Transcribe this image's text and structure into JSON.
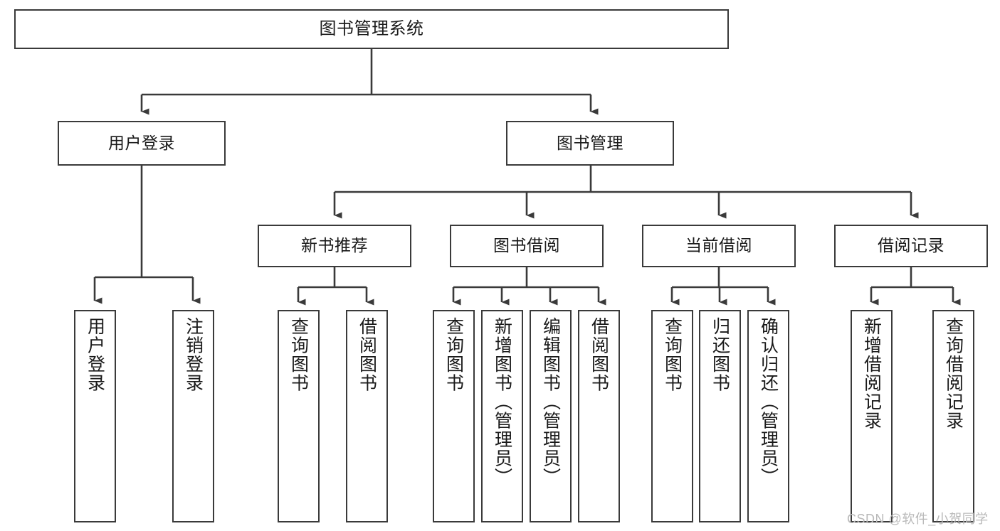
{
  "diagram": {
    "title": "图书管理系统",
    "type": "功能结构图",
    "watermark": "CSDN @软件_小贺同学",
    "colors": {
      "stroke": "#3a3a3a",
      "fill": "#ffffff",
      "text": "#1a1a1a",
      "watermark": "#b9b9b9"
    },
    "root": {
      "label": "图书管理系统"
    },
    "level2": [
      {
        "label": "用户登录"
      },
      {
        "label": "图书管理"
      }
    ],
    "level3": [
      {
        "label": "新书推荐"
      },
      {
        "label": "图书借阅"
      },
      {
        "label": "当前借阅"
      },
      {
        "label": "借阅记录"
      }
    ],
    "leaves_user_login": [
      {
        "label": "用户登录"
      },
      {
        "label": "注销登录"
      }
    ],
    "leaves_new_book": [
      {
        "label": "查询图书"
      },
      {
        "label": "借阅图书"
      }
    ],
    "leaves_borrow": [
      {
        "label": "查询图书"
      },
      {
        "label": "新增图书（管理员）"
      },
      {
        "label": "编辑图书（管理员）"
      },
      {
        "label": "借阅图书"
      }
    ],
    "leaves_current": [
      {
        "label": "查询图书"
      },
      {
        "label": "归还图书"
      },
      {
        "label": "确认归还（管理员）"
      }
    ],
    "leaves_record": [
      {
        "label": "新增借阅记录"
      },
      {
        "label": "查询借阅记录"
      }
    ]
  }
}
